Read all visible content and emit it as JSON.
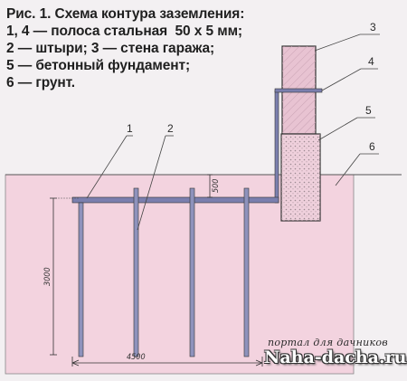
{
  "caption": {
    "line1": "Рис. 1. Схема контура заземления:",
    "line2": "1, 4 — полоса стальная  50 х 5 мм;",
    "line3": "2 — штыри; 3 — стена гаража;",
    "line4": "5 — бетонный фундамент;",
    "line5": "6 — грунт."
  },
  "callouts": {
    "c1": "1",
    "c2": "2",
    "c3": "3",
    "c4": "4",
    "c5": "5",
    "c6": "6"
  },
  "dimensions": {
    "depth": "500",
    "height": "3000",
    "length": "4500"
  },
  "watermark": {
    "tagline": "портал для дачников",
    "site": "Naha-dacha.ru"
  },
  "colors": {
    "soil": "#f3d3df",
    "steel": "#6c6f9e",
    "wall": "#e8c3d2"
  }
}
